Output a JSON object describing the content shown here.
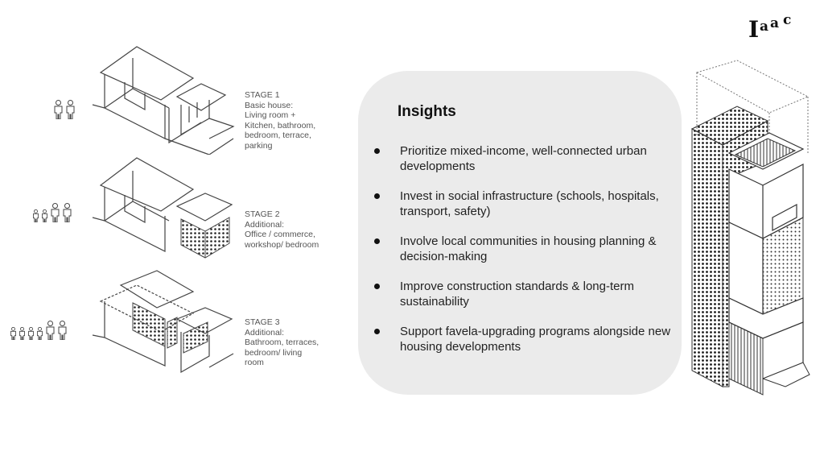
{
  "logo": {
    "text": "Iaac",
    "icon": "iaac-logo"
  },
  "stages": [
    {
      "title": "STAGE 1",
      "description": "Basic house:\nLiving room +\nKitchen, bathroom,\nbedroom, terrace,\nparking",
      "people": 2
    },
    {
      "title": "STAGE 2",
      "description": "Additional:\nOffice / commerce,\nworkshop/ bedroom",
      "people": 4
    },
    {
      "title": "STAGE 3",
      "description": "Additional:\nBathroom, terraces,\nbedroom/ living\nroom",
      "people": 6
    }
  ],
  "insights": {
    "heading": "Insights",
    "items": [
      "Prioritize mixed-income, well-connected urban developments",
      "Invest in social infrastructure (schools, hospitals, transport, safety)",
      "Involve local communities in housing planning & decision-making",
      "Improve construction standards & long-term sustainability",
      "Support favela-upgrading programs alongside new housing developments"
    ]
  },
  "colors": {
    "panel_bg": "#ebebeb",
    "text": "#222222",
    "caption": "#555555",
    "line": "#444444"
  }
}
